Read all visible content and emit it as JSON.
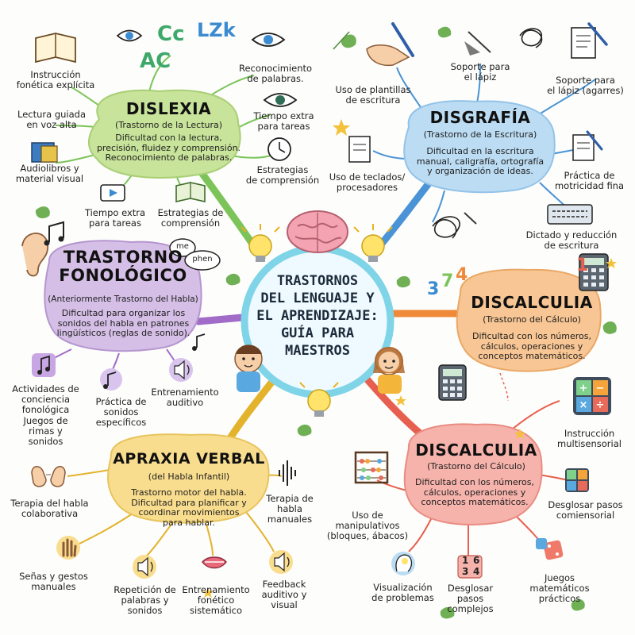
{
  "center": {
    "title_lines": [
      "TRASTORNOS",
      "DEL LENGUAJE Y",
      "EL APRENDIZAJE:",
      "GUÍA PARA",
      "MAESTROS"
    ]
  },
  "dislexia": {
    "title": "DISLEXIA",
    "subtitle": "(Trastorno de la Lectura)",
    "desc_lines": [
      "Dificultad con la lectura,",
      "precisión, fluidez y comprensión.",
      "Reconocimiento de palabras."
    ],
    "items": {
      "instruccion": [
        "Instrucción",
        "fonética explícita"
      ],
      "reconocimiento": [
        "Reconocimiento",
        "de palabras."
      ],
      "lectura_guiada": [
        "Lectura guiada",
        "en voz alta"
      ],
      "tiempo_extra_a": [
        "Tiempo extra",
        "para tareas"
      ],
      "audiolibros": [
        "Audiolibros y",
        "material visual"
      ],
      "estrategias_a": [
        "Estrategias",
        "de comprensión"
      ],
      "tiempo_extra_b": [
        "Tiempo extra",
        "para tareas"
      ],
      "estrategias_b": [
        "Estrategias de",
        "comprensión"
      ]
    },
    "letters": [
      "Cc",
      "LZk",
      "AC"
    ]
  },
  "disgrafia": {
    "title": "DISGRAFÍA",
    "subtitle": "(Trastorno de la Escritura)",
    "desc_lines": [
      "Dificultad en la escritura",
      "manual, caligrafía, ortografía",
      "y organización de ideas."
    ],
    "items": {
      "plantillas": [
        "Uso de plantillas",
        "de escritura"
      ],
      "soporte_lapiz": [
        "Soporte para",
        "el lápiz"
      ],
      "soporte_agarres": [
        "Soporte para",
        "el lápiz (agarres)"
      ],
      "teclados": [
        "Uso de teclados/",
        "procesadores"
      ],
      "motricidad": [
        "Práctica de",
        "motricidad fina"
      ],
      "dictado": [
        "Dictado y reducción",
        "de escritura"
      ]
    }
  },
  "fonologico": {
    "title_lines": [
      "TRASTORNO",
      "FONOLÓGICO"
    ],
    "subtitle": "(Anteriormente Trastorno del Habla)",
    "desc_lines": [
      "Dificultad para organizar los",
      "sonidos del habla en patrones",
      "lingüísticos (reglas de sonido)."
    ],
    "bubbles": [
      "me",
      "phen"
    ],
    "items": {
      "conciencia": [
        "Actividades de",
        "conciencia",
        "fonológica",
        "Juegos de",
        "rimas y",
        "sonidos"
      ],
      "practica": [
        "Práctica de",
        "sonidos",
        "específicos"
      ],
      "entrenamiento": [
        "Entrenamiento",
        "auditivo"
      ]
    }
  },
  "discalculia_a": {
    "title": "DISCALCULIA",
    "subtitle": "(Trastorno del Cálculo)",
    "desc_lines": [
      "Dificultad con los números,",
      "cálculos, operaciones y",
      "conceptos matemáticos."
    ],
    "digits": [
      "3",
      "7",
      "4",
      "1"
    ]
  },
  "discalculia_b": {
    "title": "DISCALCULIA",
    "subtitle": "(Trastorno del Cálculo)",
    "desc_lines": [
      "Dificultad con los números,",
      "cálculos, operaciones y",
      "conceptos matemáticos."
    ],
    "items": {
      "multisensorial": [
        "Instrucción",
        "multisensorial"
      ],
      "manipulativos": [
        "Uso de",
        "manipulativos",
        "(bloques, ábacos)"
      ],
      "desglosar_a": [
        "Desglosar pasos",
        "comiensorial"
      ],
      "visualizacion": [
        "Visualización",
        "de problemas"
      ],
      "desglosar_b": [
        "Desglosar",
        "pasos",
        "complejos"
      ],
      "juegos": [
        "Juegos",
        "matemáticos",
        "prácticos"
      ]
    },
    "card_digits": [
      "1",
      "6",
      "3",
      "4"
    ]
  },
  "apraxia": {
    "title": "APRAXIA VERBAL",
    "subtitle": "(del Habla Infantil)",
    "desc_lines": [
      "Trastorno motor del habla.",
      "Dificultad para planificar y",
      "coordinar movimientos",
      "para hablar."
    ],
    "items": {
      "terapia_colab": [
        "Terapia del habla",
        "colaborativa"
      ],
      "terapia_manuales": [
        "Terapia de",
        "habla",
        "manuales"
      ],
      "senas": [
        "Señas y gestos",
        "manuales"
      ],
      "repeticion": [
        "Repetición de",
        "palabras y",
        "sonidos"
      ],
      "entrenamiento": [
        "Entrenamiento",
        "fonético",
        "sistemático"
      ],
      "feedback": [
        "Feedback",
        "auditivo y",
        "visual"
      ]
    }
  },
  "colors": {
    "dislexia": "#c8e39a",
    "disgrafia": "#bcdcf3",
    "fonologico": "#d5bfe6",
    "discalculia_a": "#f8c694",
    "discalculia_b": "#f6b3ac",
    "apraxia": "#f9dd8e",
    "center_ring": "#7fd4e8",
    "center_fill": "#eefaff"
  }
}
